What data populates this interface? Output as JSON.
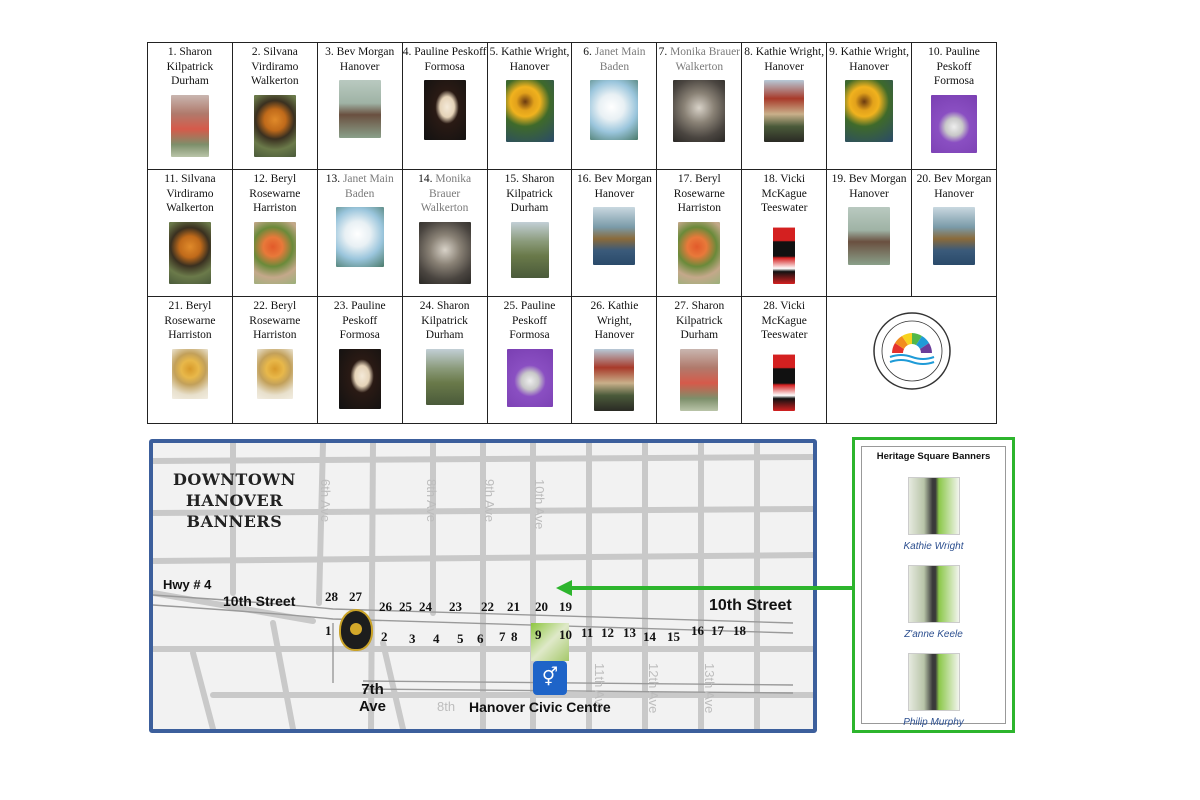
{
  "banners": [
    [
      {
        "num": "1.",
        "artist": "Sharon Kilpatrick",
        "town": "Durham",
        "thumb": "t-autumn"
      },
      {
        "num": "2.",
        "artist": "Silvana Virdiramo",
        "town": "Walkerton",
        "thumb": "t-butterfly"
      },
      {
        "num": "3.",
        "artist": "Bev Morgan",
        "town": "Hanover",
        "thumb": "t-horse"
      },
      {
        "num": "4.",
        "artist": "Pauline Peskoff",
        "town": "Formosa",
        "thumb": "t-chesshorse"
      },
      {
        "num": "5.",
        "artist": "Kathie Wright,",
        "town": "Hanover",
        "thumb": "t-sunflower"
      },
      {
        "num": "6.",
        "artist": "Janet Main",
        "town": "Baden",
        "thumb": "t-whiteflower",
        "grey": true
      },
      {
        "num": "7.",
        "artist": "Monika Brauer",
        "town": "Walkerton",
        "thumb": "t-owl",
        "grey": true
      },
      {
        "num": "8.",
        "artist": "Kathie Wright,",
        "town": "Hanover",
        "thumb": "t-barn"
      },
      {
        "num": "9.",
        "artist": "Kathie Wright,",
        "town": "Hanover",
        "thumb": "t-sunflower"
      },
      {
        "num": "10.",
        "artist": "Pauline Peskoff",
        "town": "Formosa",
        "thumb": "t-duck"
      }
    ],
    [
      {
        "num": "11.",
        "artist": "Silvana Virdiramo",
        "town": "Walkerton",
        "thumb": "t-butterfly"
      },
      {
        "num": "12.",
        "artist": "Beryl Rosewarne",
        "town": "Harriston",
        "thumb": "t-poppy"
      },
      {
        "num": "13.",
        "artist": "Janet Main",
        "town": "Baden",
        "thumb": "t-whiteflower",
        "grey": true
      },
      {
        "num": "14.",
        "artist": "Monika Brauer",
        "town": "Walkerton",
        "thumb": "t-owl",
        "grey": true
      },
      {
        "num": "15.",
        "artist": "Sharon Kilpatrick",
        "town": "Durham",
        "thumb": "t-lake"
      },
      {
        "num": "16.",
        "artist": "Bev Morgan",
        "town": "Hanover",
        "thumb": "t-river"
      },
      {
        "num": "17.",
        "artist": "Beryl Rosewarne",
        "town": "Harriston",
        "thumb": "t-poppy"
      },
      {
        "num": "18.",
        "artist": "Vicki McKague",
        "town": "Teeswater",
        "thumb": "t-canada"
      },
      {
        "num": "19.",
        "artist": "Bev Morgan",
        "town": "Hanover",
        "thumb": "t-horse"
      },
      {
        "num": "20.",
        "artist": "Bev Morgan",
        "town": "Hanover",
        "thumb": "t-river"
      }
    ],
    [
      {
        "num": "21.",
        "artist": "Beryl Rosewarne",
        "town": "Harriston",
        "thumb": "t-sunflower2"
      },
      {
        "num": "22.",
        "artist": "Beryl Rosewarne",
        "town": "Harriston",
        "thumb": "t-sunflower2"
      },
      {
        "num": "23.",
        "artist": "Pauline Peskoff",
        "town": "Formosa",
        "thumb": "t-chesshorse"
      },
      {
        "num": "24.",
        "artist": "Sharon Kilpatrick",
        "town": "Durham",
        "thumb": "t-lake"
      },
      {
        "num": "25.",
        "artist": "Pauline Peskoff",
        "town": "Formosa",
        "thumb": "t-duck"
      },
      {
        "num": "26.",
        "artist": "Kathie Wright,",
        "town": "Hanover",
        "thumb": "t-barn"
      },
      {
        "num": "27.",
        "artist": "Sharon Kilpatrick",
        "town": "Durham",
        "thumb": "t-autumn"
      },
      {
        "num": "28.",
        "artist": "Vicki McKague",
        "town": "Teeswater",
        "thumb": "t-canada"
      }
    ]
  ],
  "map": {
    "title": "DOWNTOWN\nHANOVER\nBANNERS",
    "hwy": "Hwy # 4",
    "street_left": "10th Street",
    "street_right": "10th Street",
    "ave_label": "7th\nAve",
    "civic": "Hanover Civic Centre",
    "faded_labels": [
      "6th Ave",
      "8th Ave",
      "9th Ave",
      "10th Ave",
      "11th Ave",
      "12th Ave",
      "13th Ave",
      "8th"
    ],
    "top_numbers": [
      "28",
      "27",
      "26",
      "25",
      "24",
      "23",
      "22",
      "21",
      "20",
      "19"
    ],
    "bottom_numbers": [
      "1",
      "2",
      "3",
      "4",
      "5",
      "6",
      "7",
      "8",
      "9",
      "10",
      "11",
      "12",
      "13",
      "14",
      "15",
      "16",
      "17",
      "18"
    ]
  },
  "heritage": {
    "title": "Heritage Square Banners",
    "items": [
      "Kathie Wright",
      "Z'anne Keele",
      "Philip Murphy"
    ]
  },
  "colors": {
    "map_border": "#3c5f9c",
    "heritage_border": "#2db52d",
    "arrow": "#2db52d"
  }
}
